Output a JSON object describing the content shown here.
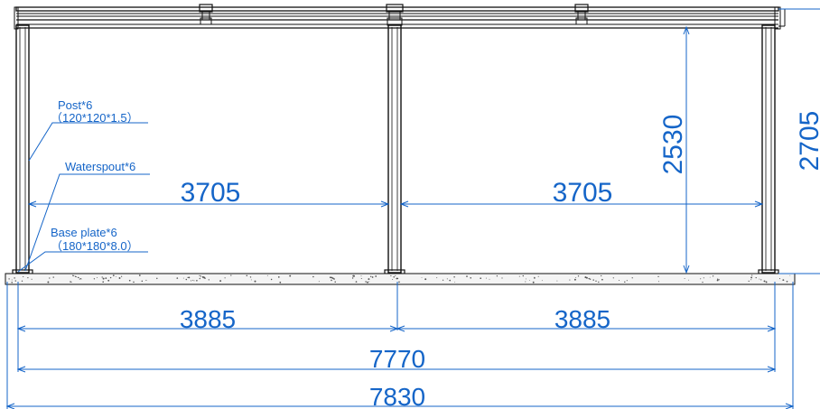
{
  "diagram": {
    "callouts": {
      "post": {
        "name": "Post*6",
        "spec": "（120*120*1.5）"
      },
      "waterspout": {
        "name": "Waterspout*6"
      },
      "base_plate": {
        "name": "Base plate*6",
        "spec": "（180*180*8.0）"
      }
    },
    "dimensions": {
      "bay_clear_left": "3705",
      "bay_clear_right": "3705",
      "post_height": "2530",
      "overall_height": "2705",
      "bay_center_left": "3885",
      "bay_center_right": "3885",
      "post_center_span": "7770",
      "overall_length": "7830"
    },
    "colors": {
      "dimension": "#1565c8",
      "frame": "#111111",
      "ground_fill": "#f4f4f4"
    }
  }
}
